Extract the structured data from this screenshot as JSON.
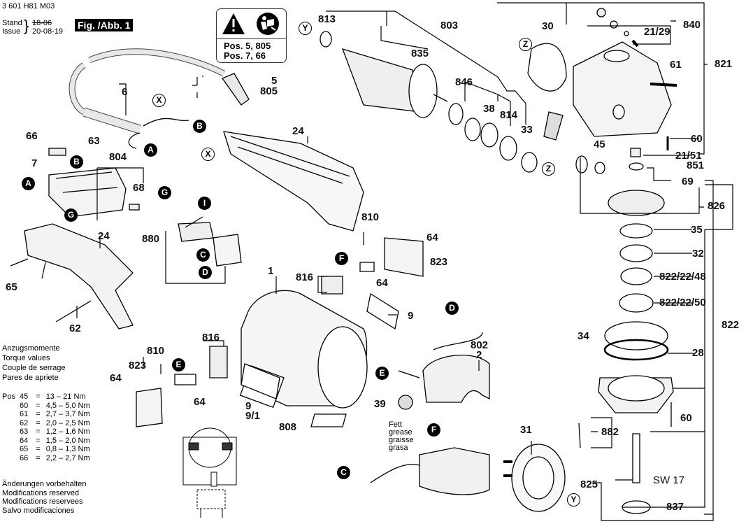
{
  "header": {
    "doc_number": "3 601 H81 M03",
    "stand_label": "Stand",
    "issue_label": "Issue",
    "old_date_struck": "18-06",
    "issue_date": "20-08-19",
    "figure_label": "Fig. /Abb. 1"
  },
  "warning_box": {
    "icons": [
      "warning-triangle-icon",
      "read-manual-icon"
    ],
    "line1": "Pos. 5, 805",
    "line2": "Pos. 7, 66"
  },
  "torque": {
    "titles": [
      "Anzugsmomente",
      "Torque values",
      "Couple de serrage",
      "Pares de apriete"
    ],
    "pos_label": "Pos",
    "rows": [
      {
        "pos": "45",
        "eq": "=",
        "range": "13  – 21 Nm"
      },
      {
        "pos": "60",
        "eq": "=",
        "range": "4,5 – 5,0 Nm"
      },
      {
        "pos": "61",
        "eq": "=",
        "range": "2,7 – 3,7 Nm"
      },
      {
        "pos": "62",
        "eq": "=",
        "range": "2,0 – 2,5 Nm"
      },
      {
        "pos": "63",
        "eq": "=",
        "range": "1,2 – 1,6 Nm"
      },
      {
        "pos": "64",
        "eq": "=",
        "range": "1,5 – 2,0 Nm"
      },
      {
        "pos": "65",
        "eq": "=",
        "range": "0,8 – 1,3 Nm"
      },
      {
        "pos": "66",
        "eq": "=",
        "range": "2,2 – 2,7 Nm"
      }
    ]
  },
  "disclaimer": [
    "Änderungen vorbehalten",
    "Modifications reserved",
    "Modifications reservees",
    "Salvo modificaciones"
  ],
  "grease_note": [
    "Fett",
    "grease",
    "graisse",
    "grasa"
  ],
  "part_labels": {
    "p813": "813",
    "p803": "803",
    "p835": "835",
    "p30": "30",
    "p840": "840",
    "p21_29": "21/29",
    "p821": "821",
    "p61": "61",
    "p846": "846",
    "p38": "38",
    "p814": "814",
    "p33": "33",
    "p60a": "60",
    "p21_51": "21/51",
    "p851": "851",
    "p45": "45",
    "p69": "69",
    "p826": "826",
    "p35": "35",
    "p32": "32",
    "p822_22_48": "822/22/48",
    "p822_22_50": "822/22/50",
    "p822": "822",
    "p34": "34",
    "p28": "28",
    "p60b": "60",
    "p882": "882",
    "p825": "825",
    "sw17": "SW 17",
    "p837": "837",
    "p31": "31",
    "p5": "5",
    "p805": "805",
    "p6": "6",
    "p66": "66",
    "p63": "63",
    "p7": "7",
    "p804": "804",
    "p68": "68",
    "p24a": "24",
    "p24b": "24",
    "p65": "65",
    "p62": "62",
    "p880": "880",
    "p810a": "810",
    "p64a": "64",
    "p823a": "823",
    "p816a": "816",
    "p64b": "64",
    "p1": "1",
    "p9a": "9",
    "p802": "802",
    "p2": "2",
    "p39": "39",
    "p816b": "816",
    "p810b": "810",
    "p823b": "823",
    "p64c": "64",
    "p64d": "64",
    "p9b": "9",
    "p9_1": "9/1",
    "p808": "808"
  },
  "connector_markers": {
    "black": [
      "A",
      "A",
      "B",
      "B",
      "C",
      "C",
      "D",
      "D",
      "E",
      "E",
      "F",
      "F",
      "G",
      "G",
      "I"
    ],
    "white": [
      "X",
      "X",
      "Y",
      "Y",
      "Z",
      "Z"
    ]
  }
}
